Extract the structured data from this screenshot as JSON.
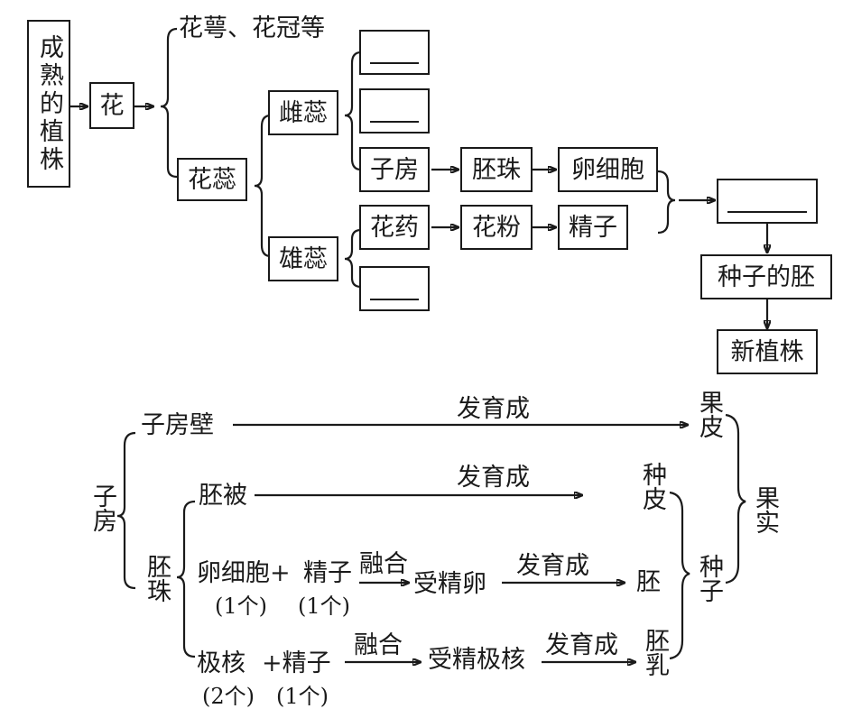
{
  "flowchart": {
    "mature_plant": "成熟的植株",
    "flower": "花",
    "sepal_petal": "花萼、花冠等",
    "pistil_stamen": "花蕊",
    "pistil": "雌蕊",
    "stamen": "雄蕊",
    "blank_1": "",
    "blank_2": "",
    "ovary": "子房",
    "ovule": "胚珠",
    "egg_cell": "卵细胞",
    "anther": "花药",
    "pollen": "花粉",
    "sperm": "精子",
    "blank_3": "",
    "blank_4": "",
    "seed_embryo": "种子的胚",
    "new_plant": "新植株"
  },
  "development": {
    "ovary": "子房",
    "ovary_wall": "子房壁",
    "develops_into_1": "发育成",
    "pericarp": "果皮",
    "ovule": "胚珠",
    "integument": "胚被",
    "develops_into_2": "发育成",
    "seed_coat": "种皮",
    "egg_cell_plus": "卵细胞+",
    "sperm_1": "精子",
    "egg_count": "(1个)",
    "sperm_count_1": "(1个)",
    "fuse_1": "融合",
    "zygote": "受精卵",
    "develops_into_3": "发育成",
    "embryo": "胚",
    "polar_nuclei": "极核",
    "plus_sperm": "+精子",
    "polar_count": "(2个)",
    "sperm_count_2": "(1个)",
    "fuse_2": "融合",
    "fertilized_polar": "受精极核",
    "develops_into_4": "发育成",
    "endosperm": "胚乳",
    "seed": "种子",
    "fruit": "果实"
  }
}
